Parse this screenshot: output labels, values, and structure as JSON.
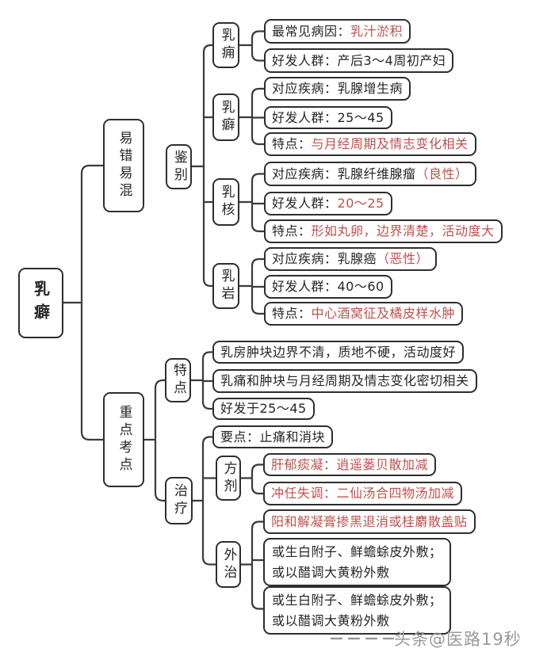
{
  "nodes": {
    "root": "乳癖",
    "yicuo": "易错易混",
    "jianbie": "鉴别",
    "ruyong": "乳痈",
    "rupi": "乳癖",
    "ruhe": "乳核",
    "ruyan": "乳岩",
    "kaodian": "重点考点",
    "tedian": "特点",
    "zhiliao": "治疗",
    "fangji": "方剂",
    "waizhi": "外治"
  },
  "leaves": {
    "r1": {
      "prefix": "最常见病因：",
      "red": "乳汁淤积"
    },
    "r2": {
      "prefix": "好发人群：产后3～4周初产妇",
      "red": ""
    },
    "r3": {
      "prefix": "对应疾病：乳腺增生病",
      "red": ""
    },
    "r4": {
      "prefix": "好发人群：25～45",
      "red": ""
    },
    "r5": {
      "prefix": "特点：",
      "red": "与月经周期及情志变化相关"
    },
    "r6": {
      "prefix": "对应疾病：乳腺纤维腺瘤",
      "red": "（良性）"
    },
    "r7": {
      "prefix": "好发人群：",
      "red": "20～25"
    },
    "r8": {
      "prefix": "特点：",
      "red": "形如丸卵，边界清楚，活动度大"
    },
    "r9": {
      "prefix": "对应疾病：乳腺癌",
      "red": "（恶性）"
    },
    "r10": {
      "prefix": "好发人群：40～60",
      "red": ""
    },
    "r11": {
      "prefix": "特点：",
      "red": "中心酒窝征及橘皮样水肿"
    },
    "l1": {
      "prefix": "乳房肿块边界不清，质地不硬，活动度好",
      "red": ""
    },
    "l2": {
      "prefix": "乳痛和肿块与月经周期及情志变化密切相关",
      "red": ""
    },
    "l3": {
      "prefix": "好发于25～45",
      "red": ""
    },
    "t1": {
      "prefix": "要点：止痛和消块",
      "red": ""
    },
    "f1": {
      "prefix": "",
      "red": "肝郁痰凝：逍遥蒌贝散加减"
    },
    "f2": {
      "prefix": "",
      "red": "冲任失调：二仙汤合四物汤加减"
    },
    "w1": {
      "prefix": "",
      "red": "阳和解凝膏掺黑退消或桂麝散盖贴"
    },
    "w2": {
      "prefix": "或生白附子、鲜蟾蜍皮外敷；\n或以醋调大黄粉外敷",
      "red": ""
    },
    "w3": {
      "prefix": "或生白附子、鲜蟾蜍皮外敷；\n或以醋调大黄粉外敷",
      "red": ""
    }
  },
  "watermark": "头条@医路19秒",
  "colors": {
    "red_text": "#c0504d",
    "box_border": "#2e2e2e",
    "connector_line": "#3b3b3b",
    "watermark_gray": "#9a9a9a"
  }
}
